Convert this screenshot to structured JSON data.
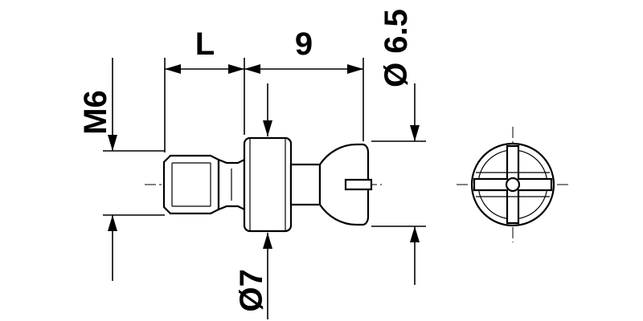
{
  "labels": {
    "thread": "M6",
    "length": "L",
    "length_fixed": "9",
    "collar_diameter": "Ø7",
    "head_diameter": "Ø 6.5"
  }
}
